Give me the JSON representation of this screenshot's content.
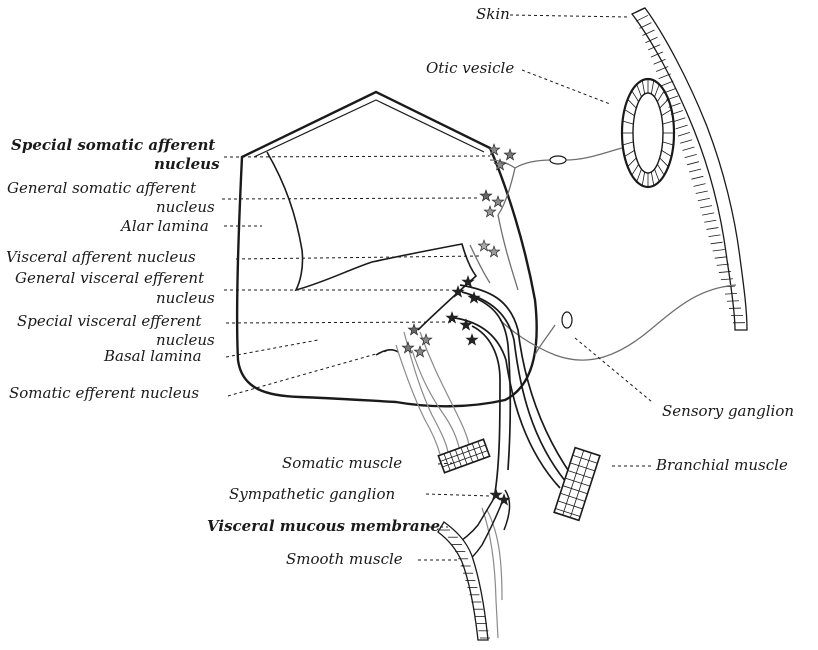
{
  "labels": {
    "skin": "Skin",
    "otic_vesicle": "Otic vesicle",
    "ssa_1": "Special somatic afferent",
    "ssa_2": "nucleus",
    "gsa_1": "General somatic afferent",
    "gsa_2": "nucleus",
    "alar_lamina": "Alar lamina",
    "va": "Visceral afferent nucleus",
    "gve_1": "General visceral efferent",
    "gve_2": "nucleus",
    "sve_1": "Special visceral efferent",
    "sve_2": "nucleus",
    "basal_lamina": "Basal lamina",
    "somatic_efferent": "Somatic efferent nucleus",
    "sensory_ganglion": "Sensory ganglion",
    "somatic_muscle": "Somatic muscle",
    "branchial_muscle": "Branchial muscle",
    "sympathetic_ganglion": "Sympathetic ganglion",
    "visceral_mucous_membrane": "Visceral mucous membrane",
    "smooth_muscle": "Smooth muscle"
  },
  "colors": {
    "ink": "#1a1a1a",
    "grey_line": "#8a8a8a",
    "neuron": "#333333"
  }
}
